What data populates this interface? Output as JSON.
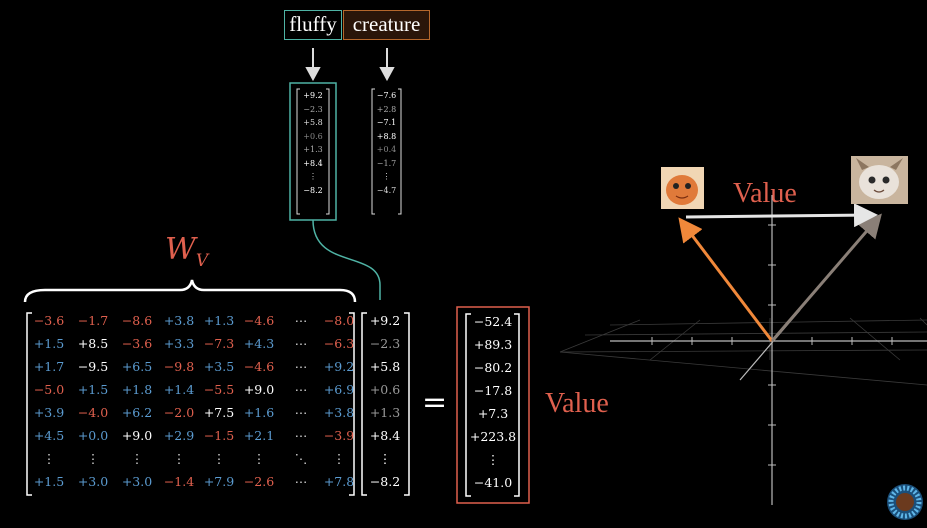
{
  "tokens": [
    {
      "word": "fluffy",
      "color": "#4fb3a5"
    },
    {
      "word": "creature",
      "color": "#b5672c"
    }
  ],
  "embed_fluffy": [
    "+9.2",
    "−2.3",
    "+5.8",
    "+0.6",
    "+1.3",
    "+8.4",
    "⋮",
    "−8.2"
  ],
  "embed_creature": [
    "−7.6",
    "+2.8",
    "−7.1",
    "+8.8",
    "+0.4",
    "−1.7",
    "⋮",
    "−4.7"
  ],
  "matrix_label": {
    "main": "W",
    "sub": "V"
  },
  "matrix": [
    [
      "−3.6",
      "−1.7",
      "−8.6",
      "+3.8",
      "+1.3",
      "−4.6",
      "⋯",
      "−8.0"
    ],
    [
      "+1.5",
      "+8.5",
      "−3.6",
      "+3.3",
      "−7.3",
      "+4.3",
      "⋯",
      "−6.3"
    ],
    [
      "+1.7",
      "−9.5",
      "+6.5",
      "−9.8",
      "+3.5",
      "−4.6",
      "⋯",
      "+9.2"
    ],
    [
      "−5.0",
      "+1.5",
      "+1.8",
      "+1.4",
      "−5.5",
      "+9.0",
      "⋯",
      "+6.9"
    ],
    [
      "+3.9",
      "−4.0",
      "+6.2",
      "−2.0",
      "+7.5",
      "+1.6",
      "⋯",
      "+3.8"
    ],
    [
      "+4.5",
      "+0.0",
      "+9.0",
      "+2.9",
      "−1.5",
      "+2.1",
      "⋯",
      "−3.9"
    ],
    [
      "⋮",
      "⋮",
      "⋮",
      "⋮",
      "⋮",
      "⋮",
      "⋱",
      "⋮"
    ],
    [
      "+1.5",
      "+3.0",
      "+3.0",
      "−1.4",
      "+7.9",
      "−2.6",
      "⋯",
      "+7.8"
    ]
  ],
  "input_vector": [
    "+9.2",
    "−2.3",
    "+5.8",
    "+0.6",
    "+1.3",
    "+8.4",
    "⋮",
    "−8.2"
  ],
  "equals": "=",
  "output_vector": [
    "−52.4",
    "+89.3",
    "−80.2",
    "−17.8",
    "+7.3",
    "+223.8",
    "⋮",
    "−41.0"
  ],
  "output_label": "Value",
  "plot_label": "Value",
  "colors": {
    "positive": "#5b9bd0",
    "negative": "#e0604e",
    "positive_strong": "#ffffff",
    "highlight": "#e0604e",
    "teal": "#4fb3a5",
    "orange_arrow": "#f0883a",
    "gray_arrow": "#8a7f77"
  }
}
